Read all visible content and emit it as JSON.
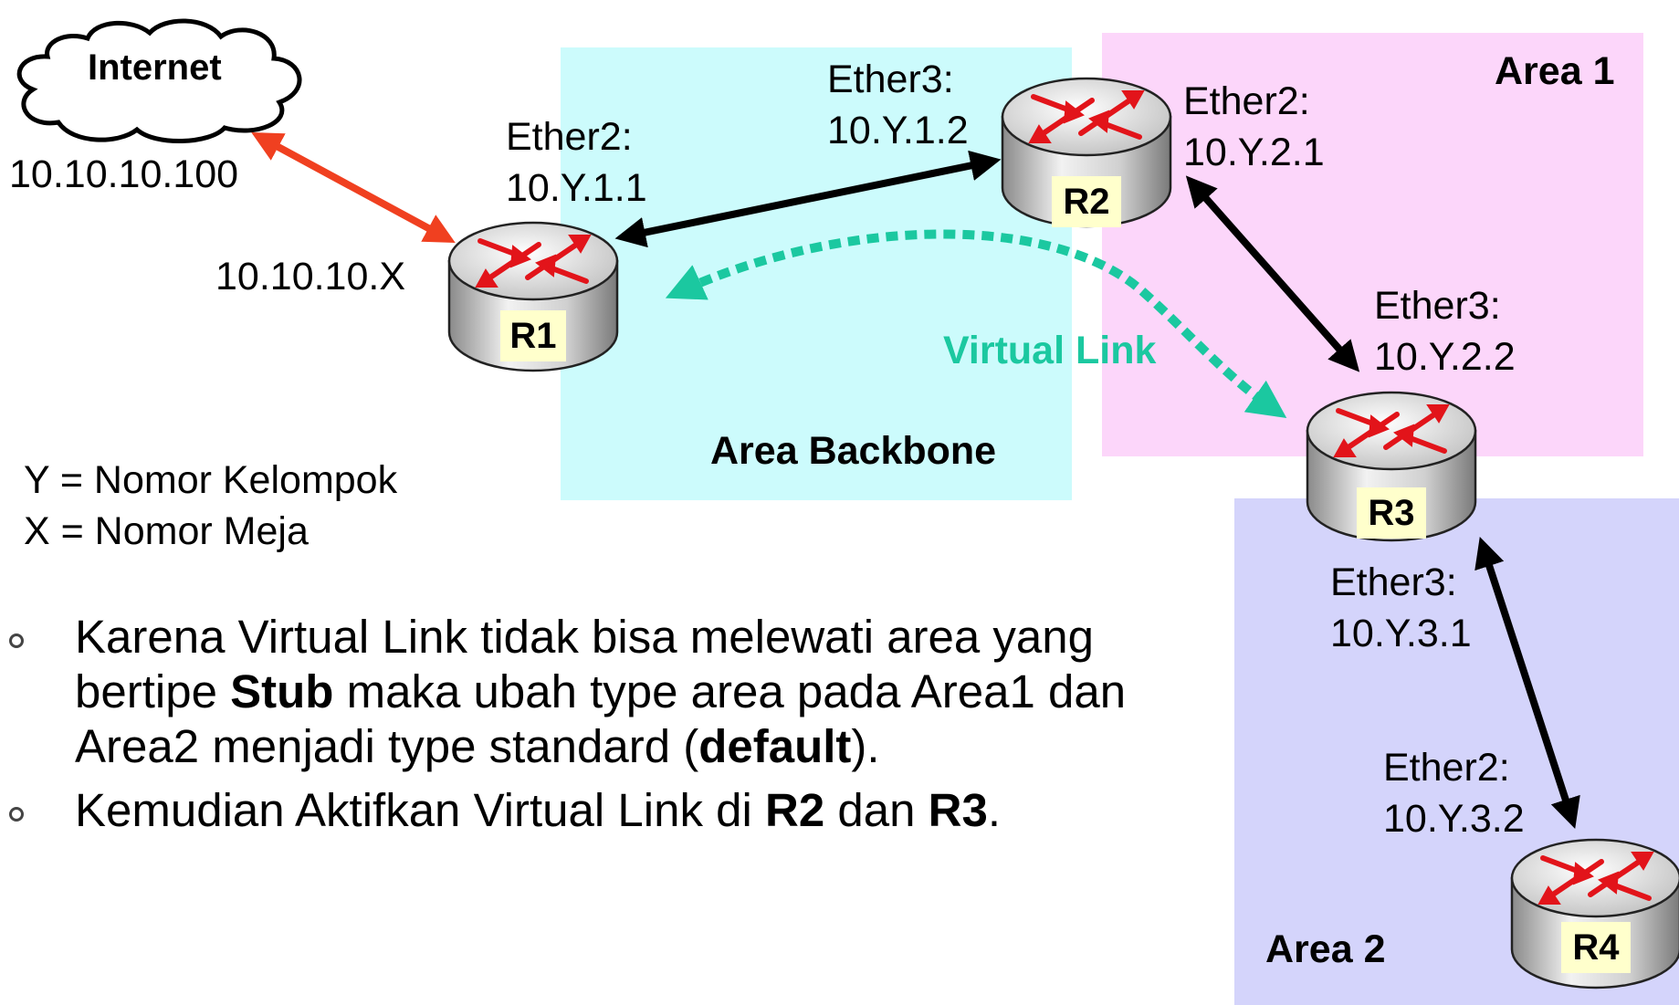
{
  "colors": {
    "area_backbone": "#ccfbfc",
    "area1": "#fcd6fa",
    "area2": "#d4d4fb",
    "virtual_link": "#1bc8a0",
    "internet_link": "#f04020",
    "router_label_bg": "#ffffcc"
  },
  "cloud": {
    "label": "Internet"
  },
  "areas": {
    "backbone": "Area Backbone",
    "area1": "Area 1",
    "area2": "Area 2"
  },
  "routers": {
    "r1": "R1",
    "r2": "R2",
    "r3": "R3",
    "r4": "R4"
  },
  "ip": {
    "internet": "10.10.10.100",
    "r1_uplink": "10.10.10.X"
  },
  "interfaces": {
    "r1_ether2": {
      "name": "Ether2:",
      "addr": "10.Y.1.1"
    },
    "r2_ether3": {
      "name": "Ether3:",
      "addr": "10.Y.1.2"
    },
    "r2_ether2": {
      "name": "Ether2:",
      "addr": "10.Y.2.1"
    },
    "r3_ether3_top": {
      "name": "Ether3:",
      "addr": "10.Y.2.2"
    },
    "r3_ether3_bottom": {
      "name": "Ether3:",
      "addr": "10.Y.3.1"
    },
    "r4_ether2": {
      "name": "Ether2:",
      "addr": "10.Y.3.2"
    }
  },
  "virtual_link": "Virtual Link",
  "legend": {
    "y": "Y = Nomor Kelompok",
    "x": "X = Nomor Meja"
  },
  "bullets": [
    {
      "pre": "Karena Virtual Link tidak bisa melewati area yang bertipe ",
      "b1": "Stub",
      "mid": " maka ubah type area pada Area1 dan Area2 menjadi type standard (",
      "b2": "default",
      "post": ")."
    },
    {
      "pre": "Kemudian Aktifkan Virtual Link di ",
      "b1": "R2",
      "mid": " dan ",
      "b2": "R3",
      "post": "."
    }
  ]
}
